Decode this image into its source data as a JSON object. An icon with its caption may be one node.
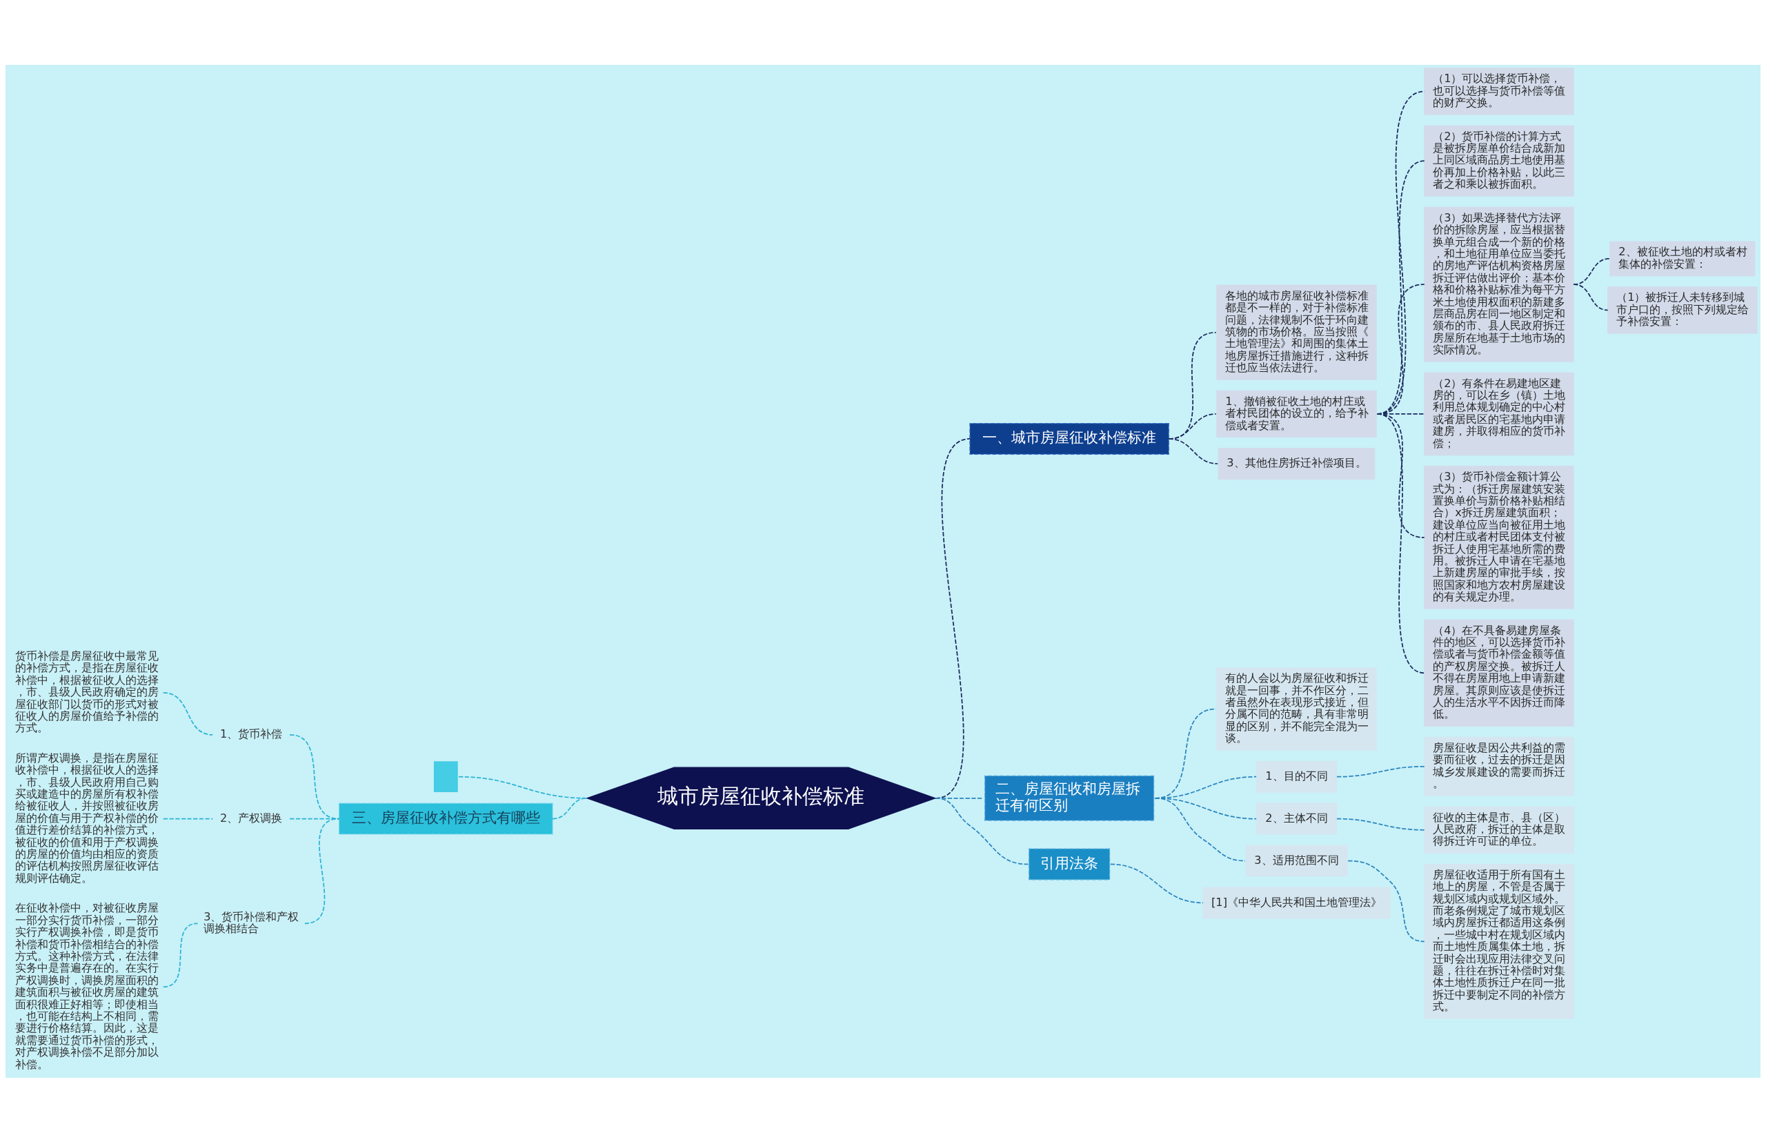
{
  "diagram": {
    "nodes": [
      {
        "text": [
          "城市房屋征收补偿标准"
        ]
      },
      {
        "text": [
          "一、城市房屋征收补偿标准"
        ]
      },
      {
        "text": [
          "各地的城市房屋征收补偿标准都是不一样的，对于补偿标准问题，法律规制不低于环向建筑物的市场价格。应当按照《土地管理法》和周围的集体土地房屋拆迁措施进行，这种拆迁也应当依法进行。"
        ]
      },
      {
        "text": [
          "1、撤销被征收土地的村庄或者村民团体的设立的，给予补偿或者安置。"
        ]
      },
      {
        "text": [
          "（1）可以选择货币补偿，也可以选择与货币补偿等值的财产交换。"
        ]
      },
      {
        "text": [
          "（2）货币补偿的计算方式是被拆房屋单价结合成新加上同区域商品房土地使用基价再加上价格补贴，以此三者之和乘以被拆面积。"
        ]
      },
      {
        "text": [
          "（3）如果选择替代方法评价的拆除房屋，应当根据替换单元组合成一个新的价格，和土地征用单位应当委托的房地产评估机构资格房屋拆迁评估做出评价；基本价格和价格补贴标准为每平方米土地使用权面积的新建多层商品房在同一地区制定和颁布的市、县人民政府拆迁房屋所在地基于土地市场的实际情况。"
        ]
      },
      {
        "text": [
          "2、被征收土地的村或者村集体的补偿安置："
        ]
      },
      {
        "text": [
          "（1）被拆迁人未转移到城市户口的，按照下列规定给予补偿安置："
        ]
      },
      {
        "text": [
          "（2）有条件在易建地区建房的，可以在乡（镇）土地利用总体规划确定的中心村或者居民区的宅基地内申请建房，并取得相应的货币补偿；"
        ]
      },
      {
        "text": [
          "（3）货币补偿金额计算公式为：（拆迁房屋建筑安装置换单价与新价格补贴相结合）x拆迁房屋建筑面积；建设单位应当向被征用土地的村庄或者村民团体支付被拆迁人使用宅基地所需的费用。被拆迁人申请在宅基地上新建房屋的审批手续，按照国家和地方农村房屋建设的有关规定办理。"
        ]
      },
      {
        "text": [
          "（4）在不具备易建房屋条件的地区，可以选择货币补偿或者与货币补偿金额等值的产权房屋交换。被拆迁人不得在房屋用地上申请新建房屋。其原则应该是使拆迁人的生活水平不因拆迁而降低。"
        ]
      },
      {
        "text": [
          "3、其他住房拆迁补偿项目。"
        ]
      },
      {
        "text": [
          "二、房屋征收和房屋拆迁有何区别"
        ]
      },
      {
        "text": [
          "有的人会以为房屋征收和拆迁就是一回事，并不作区分，二者虽然外在表现形式接近，但分属不同的范畴，具有非常明显的区别，并不能完全混为一谈。"
        ]
      },
      {
        "text": [
          "1、目的不同"
        ]
      },
      {
        "text": [
          "房屋征收是因公共利益的需要而征收，过去的拆迁是因城乡发展建设的需要而拆迁。"
        ]
      },
      {
        "text": [
          "2、主体不同"
        ]
      },
      {
        "text": [
          "征收的主体是市、县（区）人民政府，拆迁的主体是取得拆迁许可证的单位。"
        ]
      },
      {
        "text": [
          "3、适用范围不同"
        ]
      },
      {
        "text": [
          "房屋征收适用于所有国有土地上的房屋，不管是否属于规划区域内或规划区域外。而老条例规定了城市规划区域内房屋拆迁都适用这条例，一些城中村在规划区域内而土地性质属集体土地，拆迁时会出现应用法律交叉问题，往往在拆迁补偿时对集体土地性质拆迁户在同一批拆迁中要制定不同的补偿方式。"
        ]
      },
      {
        "text": [
          "引用法条"
        ]
      },
      {
        "text": [
          "[1]《中华人民共和国土地管理法》"
        ]
      },
      {
        "text": [],
        "shape": "box"
      },
      {
        "text": [
          "三、房屋征收补偿方式有哪些"
        ]
      },
      {
        "text": [
          "1、货币补偿"
        ]
      },
      {
        "text": [
          "货币补偿是房屋征收中最常见的补偿方式，是指在房屋征收补偿中，根据被征收人的选择，市、县级人民政府确定的房屋征收部门以货币的形式对被征收人的房屋价值给予补偿的方式。"
        ]
      },
      {
        "text": [
          "2、产权调换"
        ]
      },
      {
        "text": [
          "所谓产权调换，是指在房屋征收补偿中，根据征收人的选择，市、县级人民政府用自己购买或建造中的房屋所有权补偿给被征收人，并按照被征收房屋的价值与用于产权补偿的价值进行差价结算的补偿方式，被征收的价值和用于产权调换的房屋的价值均由相应的资质的评估机构按照房屋征收评估规则评估确定。"
        ]
      },
      {
        "text": [
          "3、货币补偿和产权调换相结合"
        ]
      },
      {
        "text": [
          "在征收补偿中，对被征收房屋一部分实行货币补偿，一部分实行产权调换补偿，即是货币补偿和货币补偿相结合的补偿方式。这种补偿方式，在法律实务中是普遍存在的。在实行产权调换时，调换房屋面积的建筑面积与被征收房屋的建筑面积很难正好相等；即使相当，也可能在结构上不相同，需要进行价格结算。因此，这是就需要通过货币补偿的形式，对产权调换补偿不足部分加以补偿。"
        ]
      }
    ],
    "edges": [
      {
        "from": 0,
        "to": 1,
        "arrow": "none",
        "style": "dashed"
      },
      {
        "from": 1,
        "to": 2,
        "arrow": "none",
        "style": "dashed"
      },
      {
        "from": 1,
        "to": 3,
        "arrow": "none",
        "style": "dashed"
      },
      {
        "from": 3,
        "to": 4,
        "arrow": "none",
        "style": "dashed"
      },
      {
        "from": 3,
        "to": 5,
        "arrow": "none",
        "style": "dashed"
      },
      {
        "from": 3,
        "to": 6,
        "arrow": "none",
        "style": "dashed"
      },
      {
        "from": 6,
        "to": 7,
        "arrow": "none",
        "style": "dashed"
      },
      {
        "from": 6,
        "to": 8,
        "arrow": "none",
        "style": "dashed"
      },
      {
        "from": 3,
        "to": 9,
        "arrow": "none",
        "style": "dashed"
      },
      {
        "from": 3,
        "to": 10,
        "arrow": "none",
        "style": "dashed"
      },
      {
        "from": 3,
        "to": 11,
        "arrow": "none",
        "style": "dashed"
      },
      {
        "from": 1,
        "to": 12,
        "arrow": "none",
        "style": "dashed"
      },
      {
        "from": 0,
        "to": 13,
        "arrow": "none",
        "style": "dashed",
        "color": "#2a86bf"
      },
      {
        "from": 13,
        "to": 14,
        "arrow": "none",
        "style": "dashed",
        "color": "#2a86bf"
      },
      {
        "from": 13,
        "to": 15,
        "arrow": "none",
        "style": "dashed",
        "color": "#2a86bf"
      },
      {
        "from": 15,
        "to": 16,
        "arrow": "none",
        "style": "dashed",
        "color": "#2a86bf"
      },
      {
        "from": 13,
        "to": 17,
        "arrow": "none",
        "style": "dashed",
        "color": "#2a86bf"
      },
      {
        "from": 17,
        "to": 18,
        "arrow": "none",
        "style": "dashed",
        "color": "#2a86bf"
      },
      {
        "from": 13,
        "to": 19,
        "arrow": "none",
        "style": "dashed",
        "color": "#2a86bf"
      },
      {
        "from": 19,
        "to": 20,
        "arrow": "none",
        "style": "dashed",
        "color": "#2a86bf"
      },
      {
        "from": 0,
        "to": 21,
        "arrow": "none",
        "style": "dashed",
        "color": "#2a86bf"
      },
      {
        "from": 21,
        "to": 22,
        "arrow": "none",
        "style": "dashed",
        "color": "#2a86bf"
      },
      {
        "from": 0,
        "to": 23,
        "arrow": "none",
        "style": "dashed",
        "color": "#2ab4d4"
      },
      {
        "from": 0,
        "to": 24,
        "arrow": "none",
        "style": "dashed",
        "color": "#2ab4d4"
      },
      {
        "from": 24,
        "to": 25,
        "arrow": "none",
        "style": "dashed",
        "color": "#2ab4d4"
      },
      {
        "from": 25,
        "to": 26,
        "arrow": "none",
        "style": "dashed",
        "color": "#2ab4d4"
      },
      {
        "from": 24,
        "to": 27,
        "arrow": "none",
        "style": "dashed",
        "color": "#2ab4d4"
      },
      {
        "from": 27,
        "to": 28,
        "arrow": "none",
        "style": "dashed",
        "color": "#2ab4d4"
      },
      {
        "from": 24,
        "to": 29,
        "arrow": "none",
        "style": "dashed",
        "color": "#2ab4d4"
      },
      {
        "from": 29,
        "to": 30,
        "arrow": "none",
        "style": "dashed",
        "color": "#2ab4d4"
      }
    ]
  }
}
